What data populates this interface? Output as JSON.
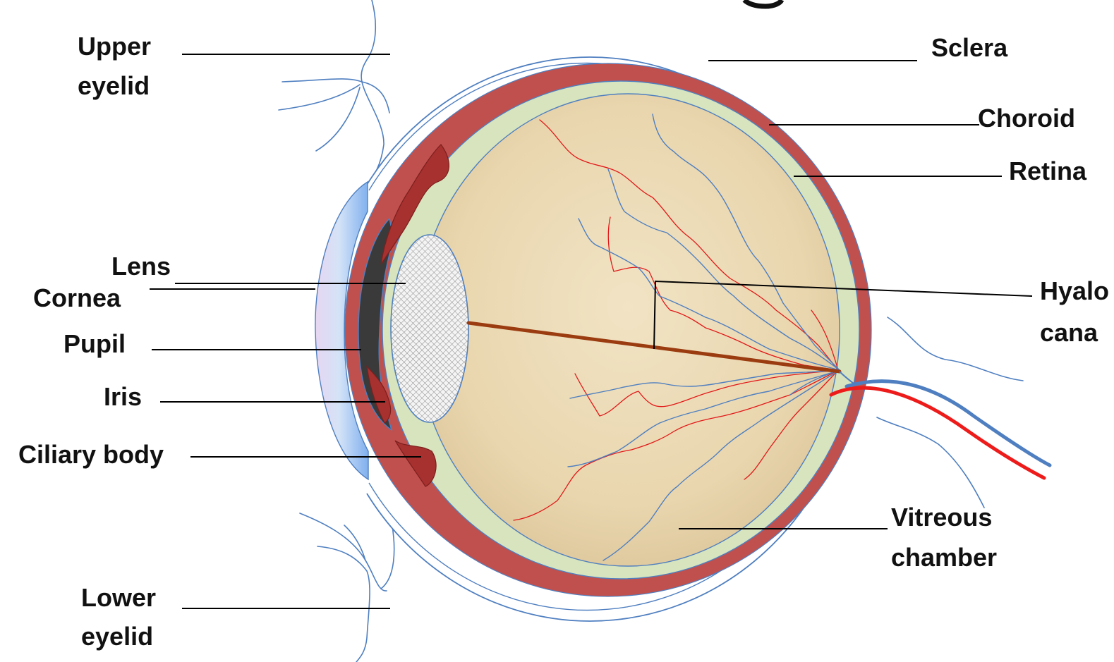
{
  "labels": {
    "upper_eyelid": [
      "Upper",
      "eyelid"
    ],
    "lens": "Lens",
    "cornea": "Cornea",
    "pupil": "Pupil",
    "iris": "Iris",
    "ciliary_body": "Ciliary body",
    "lower_eyelid": [
      "Lower",
      "eyelid"
    ],
    "sclera": "Sclera",
    "choroid": "Choroid",
    "retina": "Retina",
    "hyaloid_canal": [
      "Hyalo",
      "cana"
    ],
    "vitreous_chamber": [
      "Vitreous",
      "chamber"
    ]
  },
  "colors": {
    "sclera_outline": "#4f7fc0",
    "choroid": "#c0504d",
    "retina": "#d7e4bd",
    "vitreous": "#ecdcb8",
    "cornea": "#b7d3f2",
    "iris": "#a6312f",
    "pupil": "#3a3a3a",
    "hyaloid_canal": "#9b3b10",
    "artery": "#e11919",
    "vein": "#4f7fc0"
  }
}
